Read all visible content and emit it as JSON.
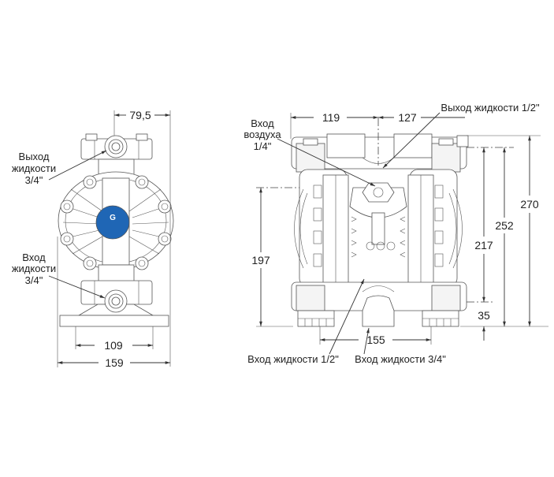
{
  "diagram": {
    "title": "",
    "units": "mm",
    "colors": {
      "line": "#333333",
      "logo_blue": "#1f66b5",
      "background": "#ffffff"
    },
    "front_view": {
      "labels": {
        "fluid_outlet": [
          "Выход",
          "жидкости",
          "3/4\""
        ],
        "fluid_inlet": [
          "Вход",
          "жидкости",
          "3/4\""
        ]
      },
      "dimensions": {
        "outlet_offset": "79,5",
        "foot_mount_spacing": "109",
        "overall_width": "159"
      },
      "logo_icon": "graco-logo-icon"
    },
    "side_view": {
      "labels": {
        "air_inlet": [
          "Вход",
          "воздуха",
          "1/4\""
        ],
        "fluid_outlet_half": "Выход жидкости 1/2\"",
        "fluid_inlet_half": "Вход жидкости 1/2\"",
        "fluid_inlet_three_quarter": "Вход жидкости 3/4\""
      },
      "dimensions": {
        "left_to_center": "119",
        "center_to_right": "127",
        "air_inlet_height": "197",
        "outlet_center_height": "217",
        "top_port_height": "252",
        "overall_height": "270",
        "inlet_center_height": "35",
        "foot_mount_spacing": "155"
      }
    }
  }
}
